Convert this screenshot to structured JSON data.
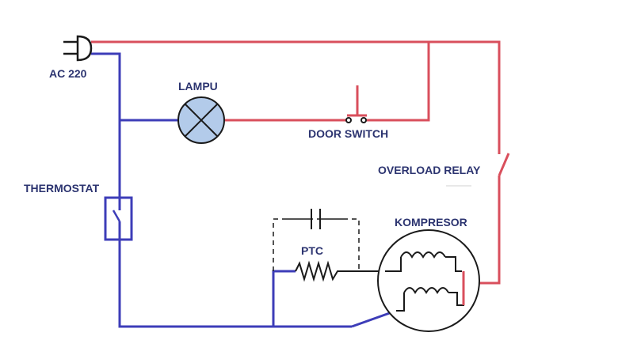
{
  "labels": {
    "ac_source": "AC 220",
    "lamp": "LAMPU",
    "door_switch": "DOOR SWITCH",
    "overload_relay": "OVERLOAD RELAY",
    "thermostat": "THERMOSTAT",
    "ptc": "PTC",
    "compressor": "KOMPRESOR"
  },
  "colors": {
    "live_wire": "#d94f5c",
    "neutral_wire": "#3d3db8",
    "component_outline": "#1a1a1a",
    "lamp_fill": "#b3cbea",
    "label_text": "#2c3470"
  },
  "icons": [
    "plug-icon",
    "lamp-icon",
    "switch-icon",
    "capacitor-icon",
    "resistor-icon",
    "motor-coil-icon"
  ]
}
